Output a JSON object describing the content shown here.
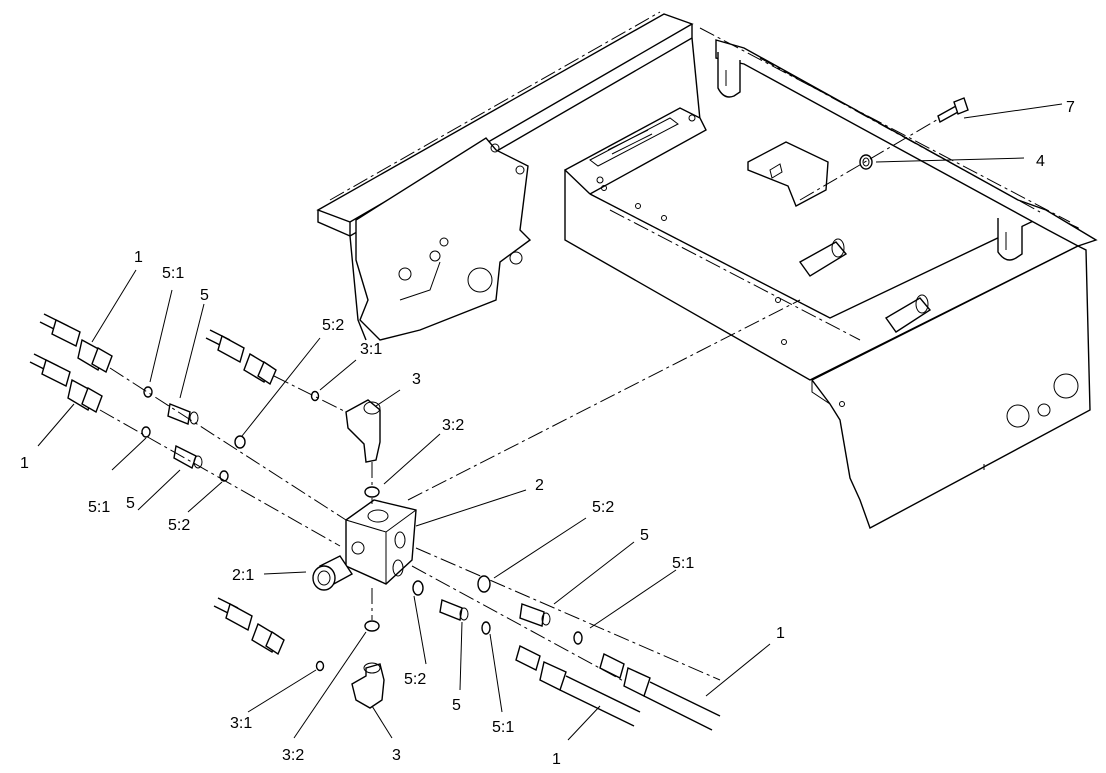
{
  "callouts": {
    "c1a": "1",
    "c1b": "1",
    "c1c": "1",
    "c1d": "1",
    "c2": "2",
    "c21": "2:1",
    "c3a": "3",
    "c3b": "3",
    "c31a": "3:1",
    "c31b": "3:1",
    "c32a": "3:2",
    "c32b": "3:2",
    "c4": "4",
    "c5a": "5",
    "c5b": "5",
    "c5c": "5",
    "c5d": "5",
    "c51a": "5:1",
    "c51b": "5:1",
    "c51c": "5:1",
    "c51d": "5:1",
    "c52a": "5:2",
    "c52b": "5:2",
    "c52c": "5:2",
    "c52d": "5:2",
    "c7": "7"
  }
}
